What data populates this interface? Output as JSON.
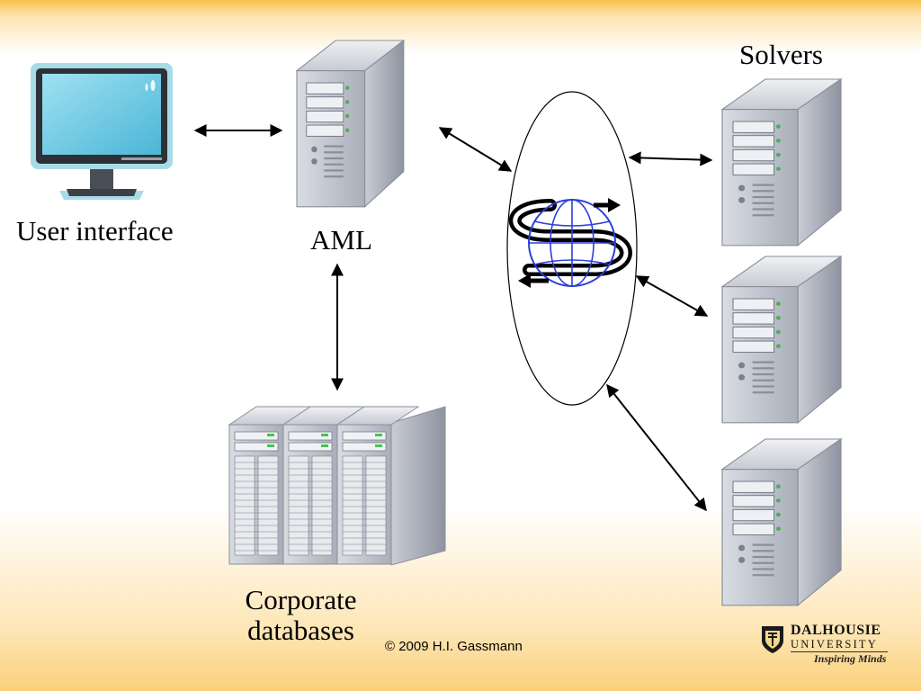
{
  "labels": {
    "solvers": "Solvers",
    "user_interface": "User interface",
    "aml": "AML",
    "corporate_line1": "Corporate",
    "corporate_line2": "databases"
  },
  "footer": {
    "copyright": "© 2009 H.I. Gassmann"
  },
  "logo": {
    "name_line1": "DALHOUSIE",
    "name_line2": "UNIVERSITY",
    "tagline": "Inspiring Minds"
  },
  "icons": [
    "monitor-icon",
    "server-tower-icon",
    "database-cluster-icon",
    "network-globe-icon",
    "dalhousie-crest-icon"
  ],
  "colors": {
    "globe": "#2a3fd8",
    "background_top": "#f9c24a",
    "background_bottom": "#fbd07a"
  }
}
